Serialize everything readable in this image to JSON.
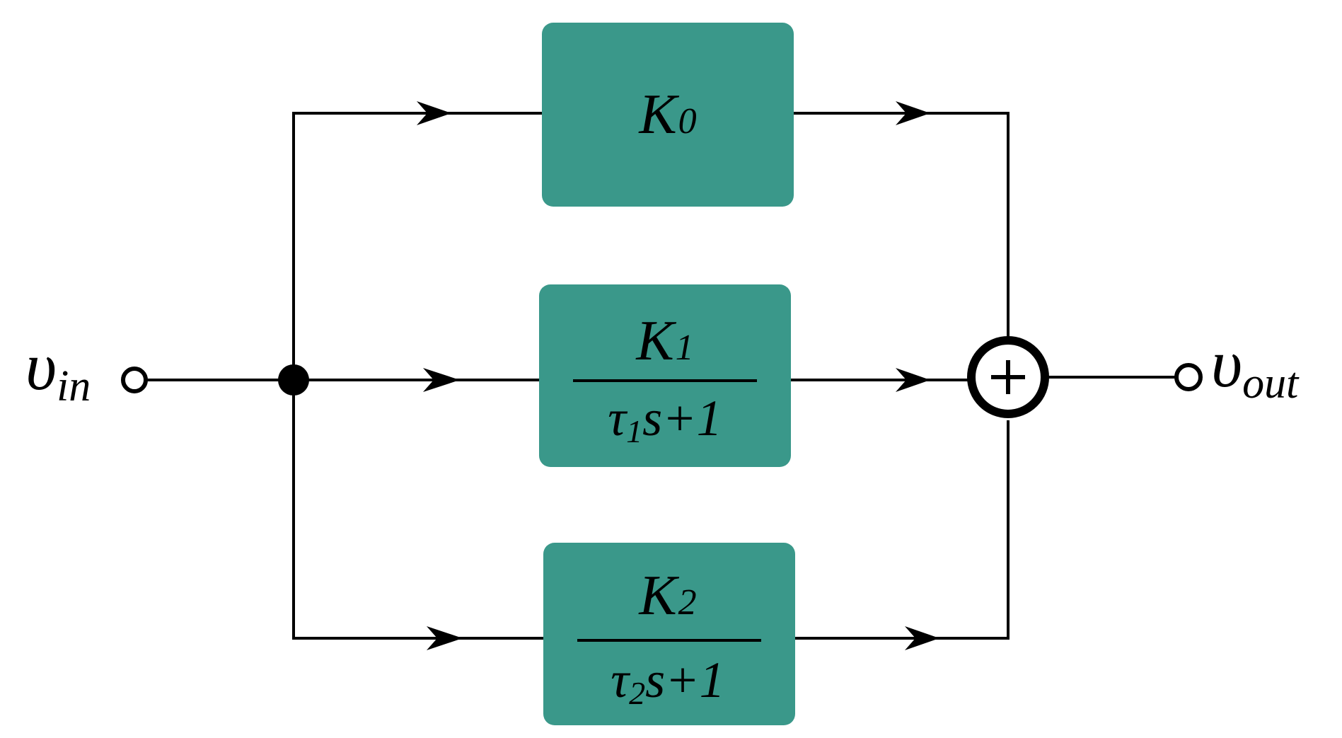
{
  "colors": {
    "block_fill": "#3a988a",
    "wire": "#000000"
  },
  "input": {
    "symbol": "υ",
    "subscript": "in"
  },
  "output": {
    "symbol": "υ",
    "subscript": "out"
  },
  "summing_junction": {
    "symbol": "+"
  },
  "blocks": [
    {
      "numerator": {
        "symbol": "K",
        "subscript": "0"
      },
      "denominator": null
    },
    {
      "numerator": {
        "symbol": "K",
        "subscript": "1"
      },
      "denominator": {
        "symbol": "τ",
        "subscript": "1",
        "rest": "s+1"
      }
    },
    {
      "numerator": {
        "symbol": "K",
        "subscript": "2"
      },
      "denominator": {
        "symbol": "τ",
        "subscript": "2",
        "rest": "s+1"
      }
    }
  ]
}
